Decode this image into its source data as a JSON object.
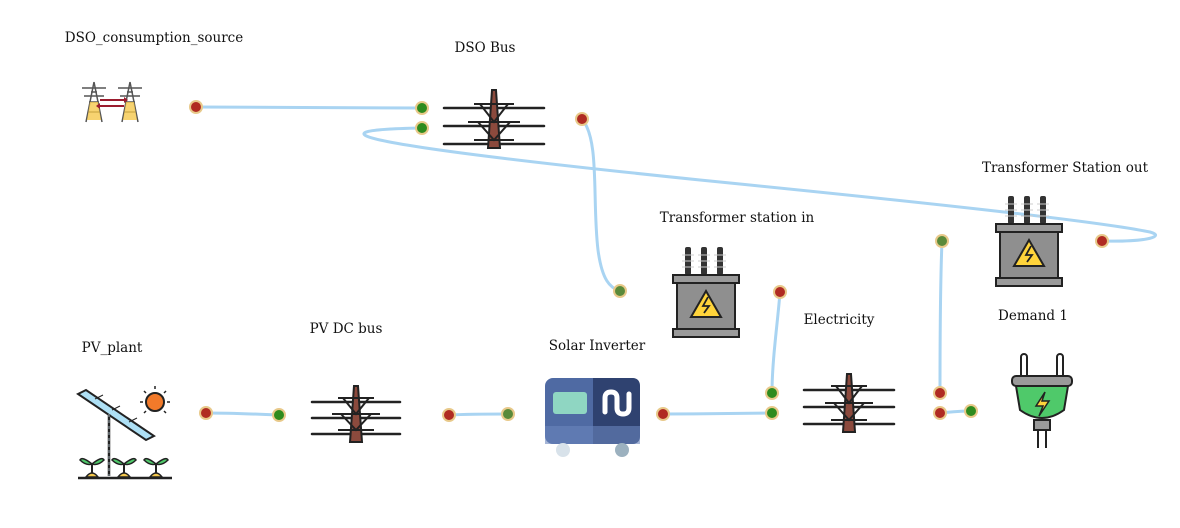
{
  "colors": {
    "edge": "#a9d4f2",
    "port_in": "#2e8b1e",
    "port_in_alt": "#5a8a3a",
    "port_out": "#b02b22",
    "port_stroke": "#e8c98a"
  },
  "nodes": [
    {
      "id": "dso_consumption_source",
      "label": "DSO_consumption_source",
      "icon": "transmission-towers-icon"
    },
    {
      "id": "dso_bus",
      "label": "DSO Bus",
      "icon": "power-pylon-icon"
    },
    {
      "id": "transformer_station_out",
      "label": "Transformer Station out",
      "icon": "transformer-icon"
    },
    {
      "id": "transformer_station_in",
      "label": "Transformer station in",
      "icon": "transformer-icon"
    },
    {
      "id": "electricity",
      "label": "Electricity",
      "icon": "power-pylon-icon"
    },
    {
      "id": "demand_1",
      "label": "Demand 1",
      "icon": "electric-plug-icon"
    },
    {
      "id": "pv_plant",
      "label": "PV_plant",
      "icon": "solar-panel-icon"
    },
    {
      "id": "pv_dc_bus",
      "label": "PV DC bus",
      "icon": "power-pylon-icon"
    },
    {
      "id": "solar_inverter",
      "label": "Solar Inverter",
      "icon": "inverter-icon"
    }
  ]
}
